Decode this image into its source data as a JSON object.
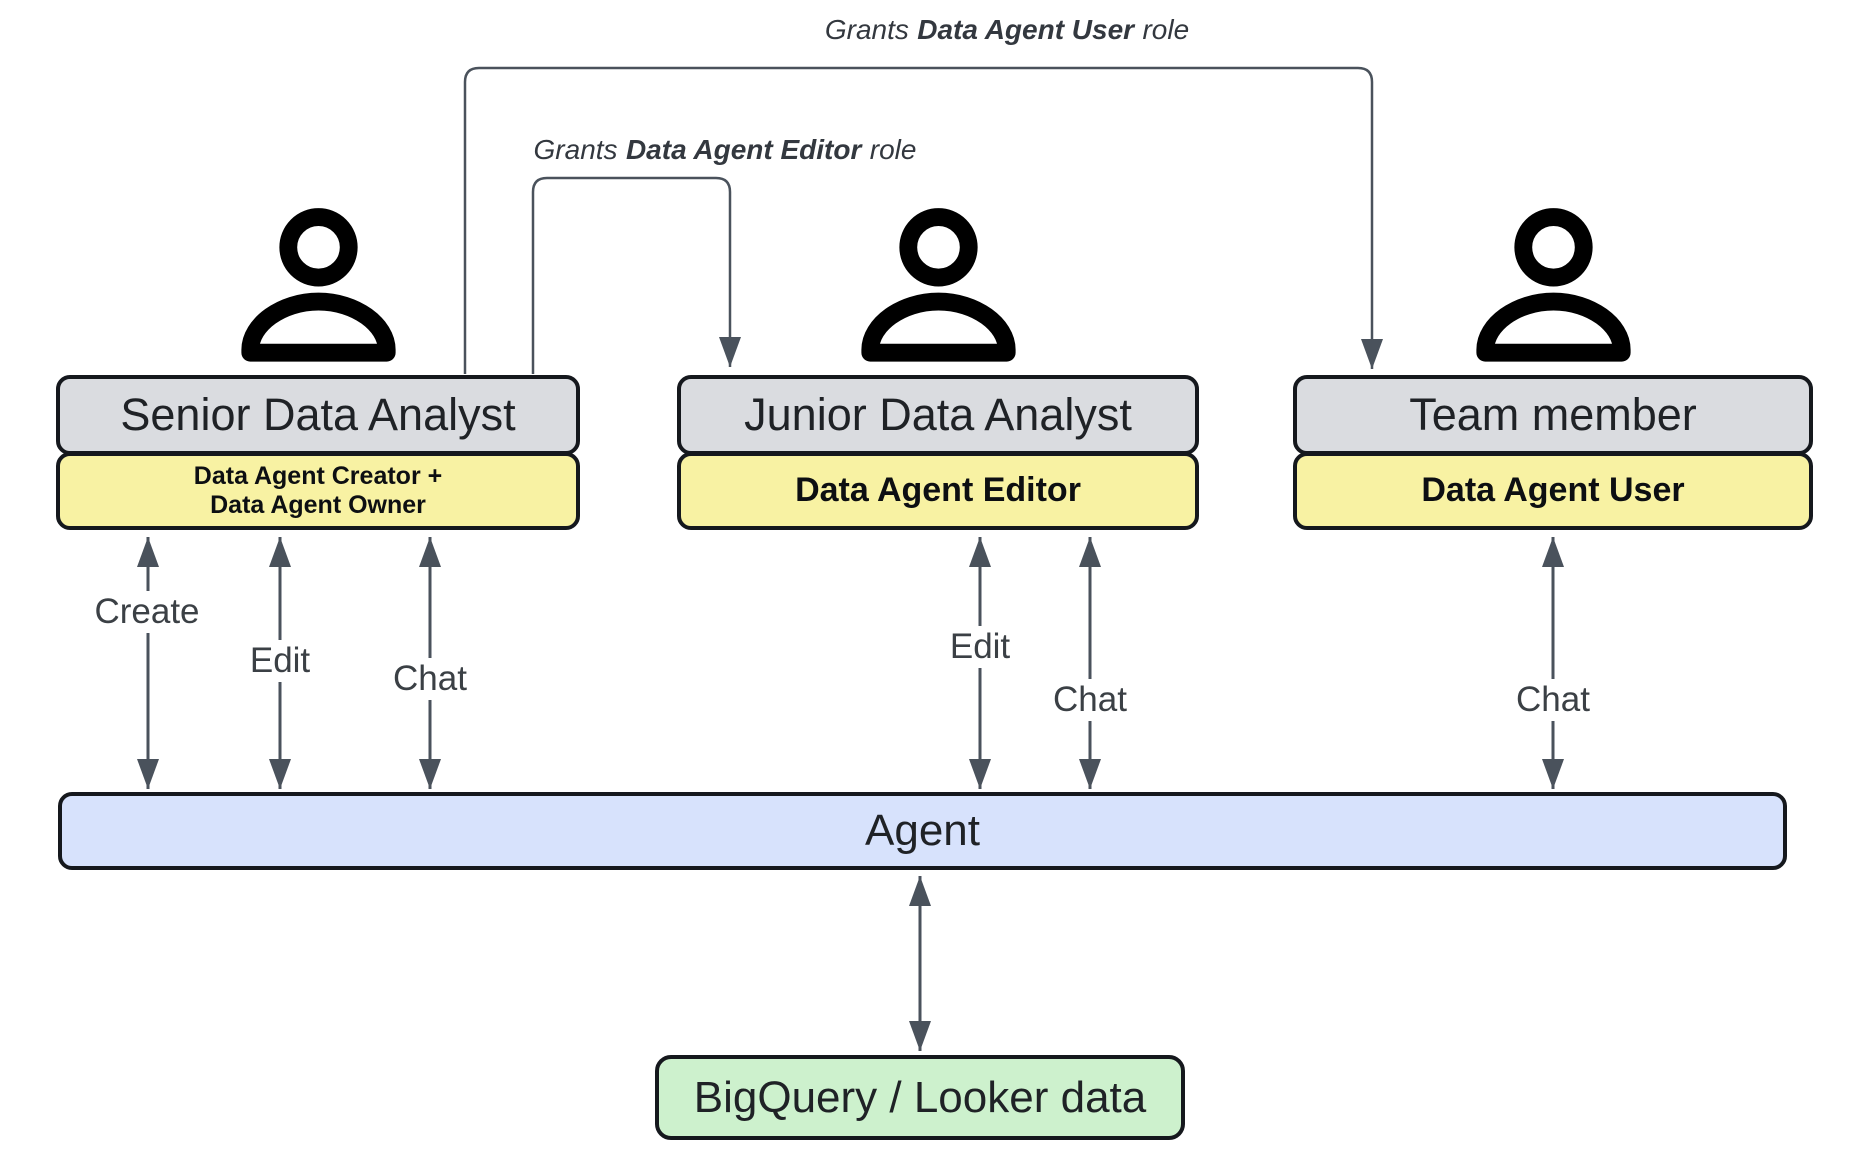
{
  "colors": {
    "title_bg": "#dadce0",
    "role_bg": "#f8f2a3",
    "agent_bg": "#d7e2fc",
    "datastore_bg": "#cdf1cd",
    "border": "#15181d",
    "connector": "#4a525c",
    "label_text": "#3b4045",
    "title_text": "#1f2226"
  },
  "grants": {
    "user": {
      "prefix": "Grants",
      "bold": "Data Agent User",
      "suffix": "role"
    },
    "editor": {
      "prefix": "Grants",
      "bold": "Data Agent Editor",
      "suffix": "role"
    }
  },
  "actors": {
    "senior": {
      "title": "Senior Data Analyst",
      "role_line1": "Data Agent Creator +",
      "role_line2": "Data Agent Owner",
      "actions": {
        "create": "Create",
        "edit": "Edit",
        "chat": "Chat"
      }
    },
    "junior": {
      "title": "Junior Data Analyst",
      "role": "Data Agent Editor",
      "actions": {
        "edit": "Edit",
        "chat": "Chat"
      }
    },
    "team": {
      "title": "Team member",
      "role": "Data Agent User",
      "actions": {
        "chat": "Chat"
      }
    }
  },
  "agent": {
    "label": "Agent"
  },
  "datastore": {
    "label": "BigQuery / Looker data"
  }
}
